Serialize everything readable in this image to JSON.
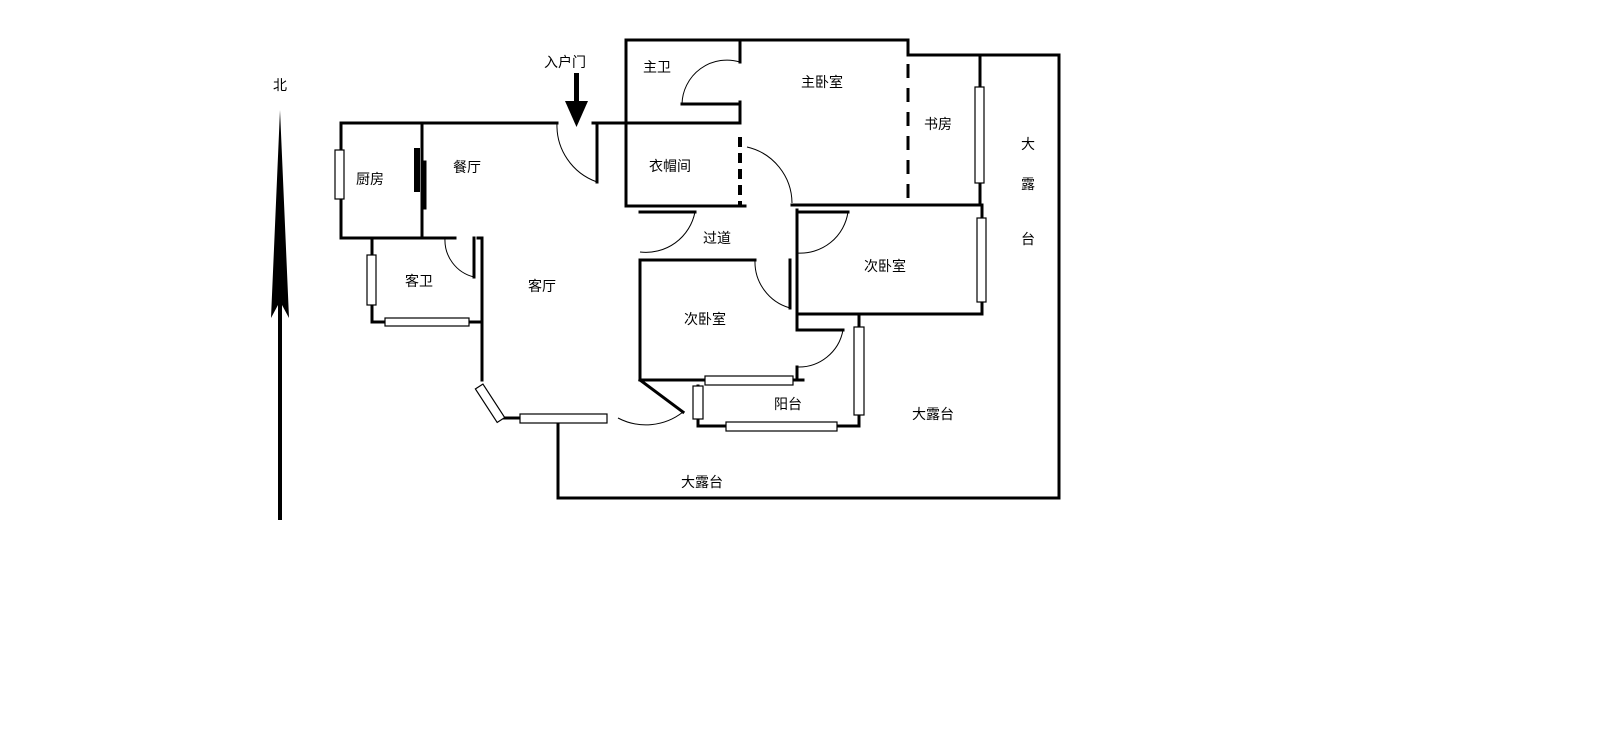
{
  "north_label": "北",
  "entrance_label": "入户门",
  "rooms": {
    "kitchen": "厨房",
    "dining": "餐厅",
    "guest_bath": "客卫",
    "living": "客厅",
    "master_bath": "主卫",
    "wardrobe": "衣帽间",
    "master_bedroom": "主卧室",
    "study": "书房",
    "corridor": "过道",
    "bedroom_right": "次卧室",
    "bedroom_left": "次卧室",
    "balcony": "阳台",
    "terrace_east_1": "大",
    "terrace_east_2": "露",
    "terrace_east_3": "台",
    "terrace_south": "大露台",
    "terrace_bottom": "大露台"
  }
}
